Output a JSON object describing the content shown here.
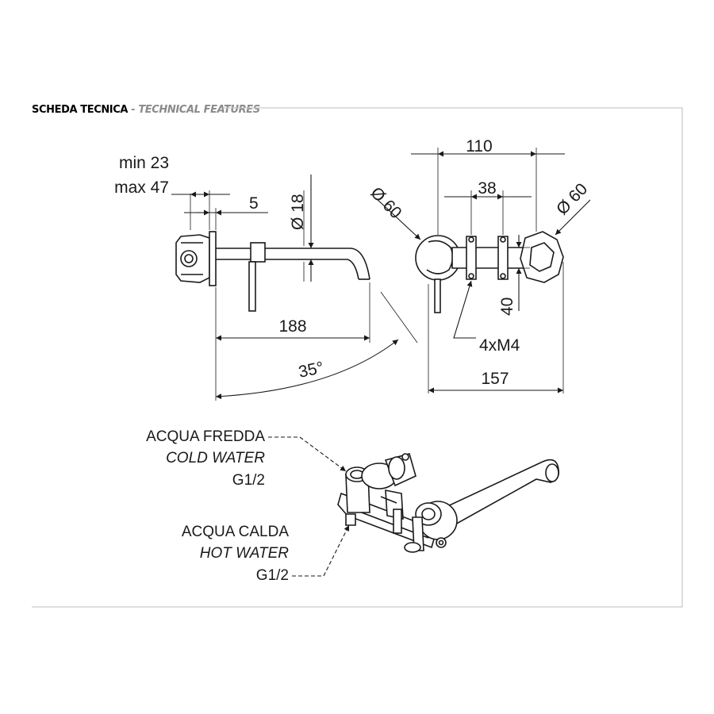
{
  "header": {
    "title": "SCHEDA TECNICA",
    "separator": " - ",
    "subtitle": "TECHNICAL FEATURES"
  },
  "side_view": {
    "depth_min": "min 23",
    "depth_max": "max 47",
    "plate_thickness": "5",
    "spout_diameter": "Ø 18",
    "spout_length": "188",
    "rotation_angle": "35°"
  },
  "front_view": {
    "total_width": "110",
    "inner_spacing": "38",
    "left_diameter": "Ø 60",
    "right_diameter": "Ø 60",
    "height": "40",
    "screws": "4xM4",
    "overall_width": "157"
  },
  "iso_view": {
    "cold_it": "ACQUA FREDDA",
    "cold_en": "COLD WATER",
    "cold_thread": "G1/2",
    "hot_it": "ACQUA CALDA",
    "hot_en": "HOT WATER",
    "hot_thread": "G1/2"
  }
}
